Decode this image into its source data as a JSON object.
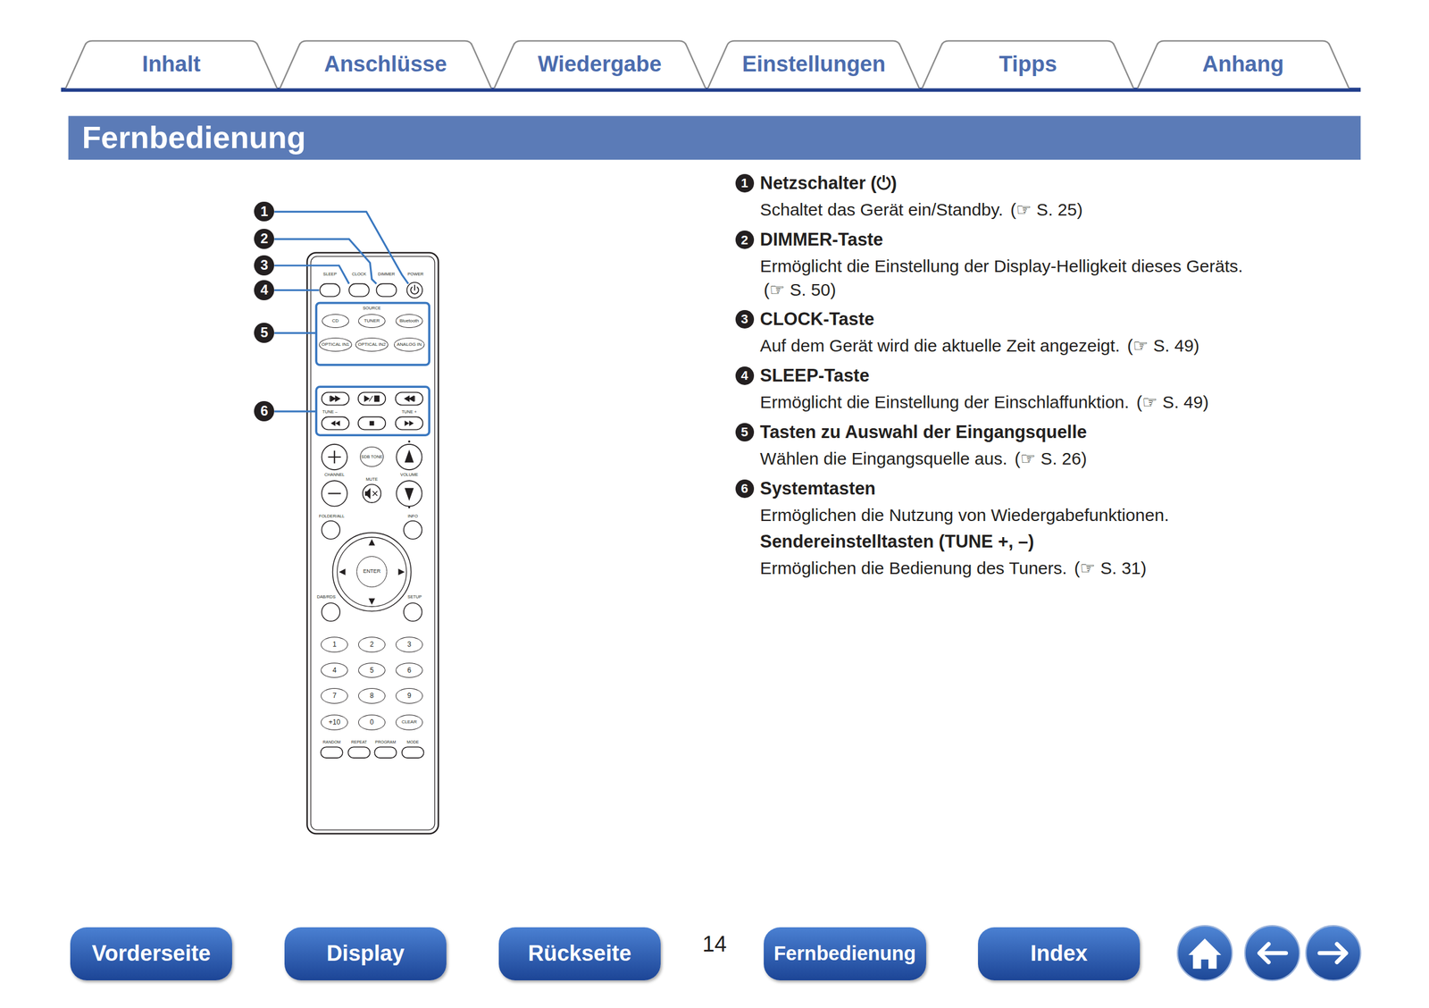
{
  "diagram": {
    "title": "Fernbedienung",
    "nodes": [
      {
        "text": [
          "Inhalt"
        ]
      },
      {
        "text": [
          "Anschlüsse"
        ]
      },
      {
        "text": [
          "Wiedergabe"
        ]
      },
      {
        "text": [
          "Einstellungen"
        ]
      },
      {
        "text": [
          "Tipps"
        ]
      },
      {
        "text": [
          "Anhang"
        ]
      },
      {
        "text": [
          "1"
        ]
      },
      {
        "text": [
          "2"
        ]
      },
      {
        "text": [
          "3"
        ]
      },
      {
        "text": [
          "4"
        ]
      },
      {
        "text": [
          "5"
        ]
      },
      {
        "text": [
          "6"
        ]
      },
      {
        "text": [
          "CD"
        ]
      },
      {
        "text": [
          "TUNER"
        ]
      },
      {
        "text": [
          "Bluetooth"
        ]
      },
      {
        "text": [
          "OPTICAL IN1"
        ]
      },
      {
        "text": [
          "OPTICAL IN2"
        ]
      },
      {
        "text": [
          "ANALOG IN"
        ]
      },
      {
        "text": [
          "SDB TONE"
        ]
      },
      {
        "text": [
          "ENTER"
        ]
      },
      {
        "text": [
          "1"
        ]
      },
      {
        "text": [
          "2"
        ]
      },
      {
        "text": [
          "3"
        ]
      },
      {
        "text": [
          "4"
        ]
      },
      {
        "text": [
          "5"
        ]
      },
      {
        "text": [
          "6"
        ]
      },
      {
        "text": [
          "7"
        ]
      },
      {
        "text": [
          "8"
        ]
      },
      {
        "text": [
          "9"
        ]
      },
      {
        "text": [
          "+10"
        ]
      },
      {
        "text": [
          "0"
        ]
      },
      {
        "text": [
          "CLEAR"
        ]
      },
      {
        "text": [
          "1"
        ]
      },
      {
        "text": [
          "2"
        ]
      },
      {
        "text": [
          "3"
        ]
      },
      {
        "text": [
          "4"
        ]
      },
      {
        "text": [
          "5"
        ]
      },
      {
        "text": [
          "6"
        ]
      },
      {
        "text": [
          "Vorderseite"
        ]
      },
      {
        "text": [
          "Display"
        ]
      },
      {
        "text": [
          "Rückseite"
        ]
      },
      {
        "text": [
          "Fernbedienung"
        ]
      },
      {
        "text": [
          "Index"
        ]
      }
    ],
    "labels": [
      "SLEEP",
      "CLOCK",
      "DIMMER",
      "POWER",
      "SOURCE",
      "TUNE –",
      "TUNE +",
      "CHANNEL",
      "MUTE",
      "VOLUME",
      "FOLDER/ALL",
      "INFO",
      "DAB/RDS",
      "SETUP",
      "RANDOM",
      "REPEAT",
      "PROGRAM",
      "MODE",
      "Netzschalter (⏻)",
      "Schaltet das Gerät ein/Standby.",
      "(☞ S. 25)",
      "DIMMER-Taste",
      "Ermöglicht die Einstellung der Display-Helligkeit dieses Geräts.",
      "(☞ S. 50)",
      "CLOCK-Taste",
      "Auf dem Gerät wird die aktuelle Zeit angezeigt.",
      "(☞ S. 49)",
      "SLEEP-Taste",
      "Ermöglicht die Einstellung der Einschlaffunktion.",
      "(☞ S. 49)",
      "Tasten zu Auswahl der Eingangsquelle",
      "Wählen die Eingangsquelle aus.",
      "(☞ S. 26)",
      "Systemtasten",
      "Ermöglichen die Nutzung von Wiedergabefunktionen.",
      "Sendereinstelltasten (TUNE +, –)",
      "Ermöglichen die Bedienung des Tuners.",
      "(☞ S. 31)",
      "14"
    ]
  }
}
